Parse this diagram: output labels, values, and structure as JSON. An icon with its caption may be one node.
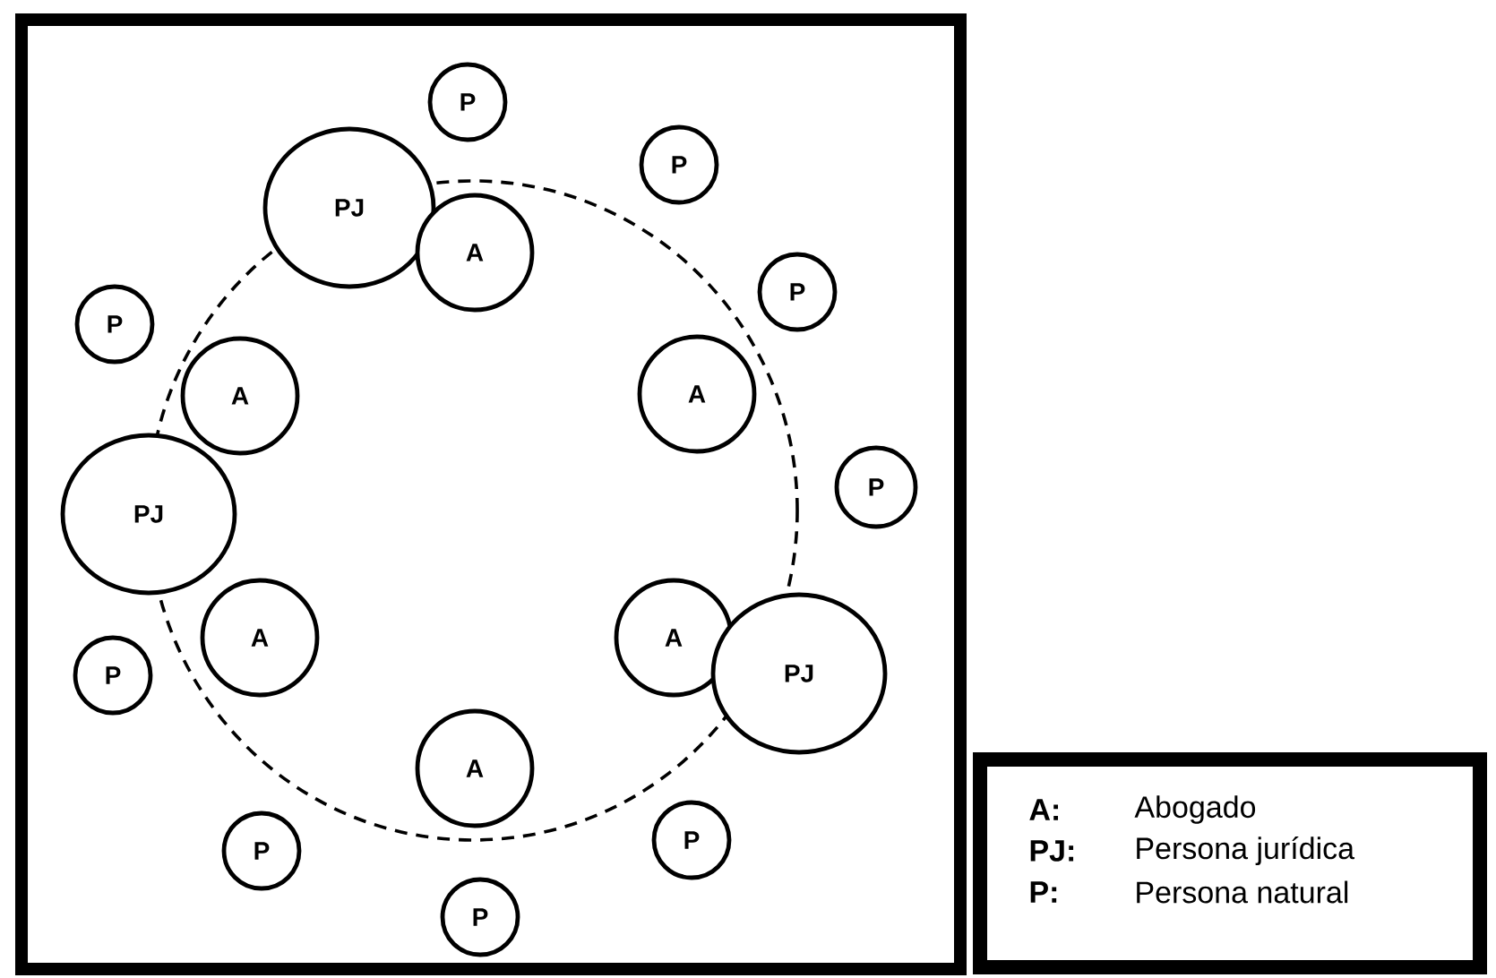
{
  "diagram": {
    "nodes": [
      {
        "text": [
          "P"
        ]
      },
      {
        "text": [
          "P"
        ]
      },
      {
        "text": [
          "PJ"
        ]
      },
      {
        "text": [
          "A"
        ]
      },
      {
        "text": [
          "P"
        ]
      },
      {
        "text": [
          "P"
        ]
      },
      {
        "text": [
          "A"
        ]
      },
      {
        "text": [
          "A"
        ]
      },
      {
        "text": [
          "P"
        ]
      },
      {
        "text": [
          "PJ"
        ]
      },
      {
        "text": [
          "A"
        ]
      },
      {
        "text": [
          "A"
        ]
      },
      {
        "text": [
          "PJ"
        ]
      },
      {
        "text": [
          "P"
        ]
      },
      {
        "text": [
          "A"
        ]
      },
      {
        "text": [
          "P"
        ]
      },
      {
        "text": [
          "P"
        ]
      },
      {
        "text": [
          "P"
        ]
      }
    ],
    "labels": [
      "A:",
      "Abogado",
      "PJ:",
      "Persona jurídica",
      "P:",
      "Persona natural"
    ]
  }
}
